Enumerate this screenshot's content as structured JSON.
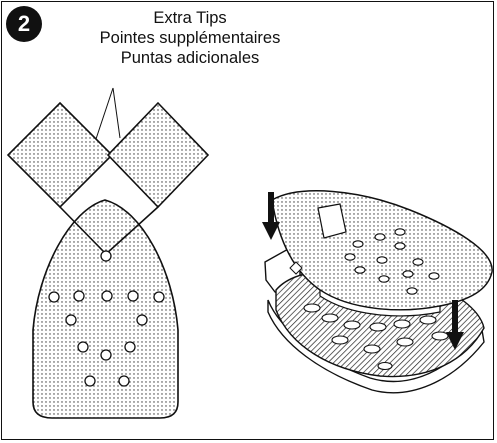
{
  "step": {
    "number": "2"
  },
  "caption": {
    "line_en": "Extra Tips",
    "line_fr": "Pointes supplémentaires",
    "line_es": "Puntas adicionales"
  },
  "colors": {
    "ink": "#111111",
    "background": "#ffffff",
    "badge": "#111111"
  },
  "icons": {
    "step_badge": "numbered-circle-icon",
    "sanding_pad_flat": "detail-sander-pad-icon",
    "extra_tip": "diamond-tip-icon",
    "pad_assembly": "pad-attachment-icon"
  }
}
